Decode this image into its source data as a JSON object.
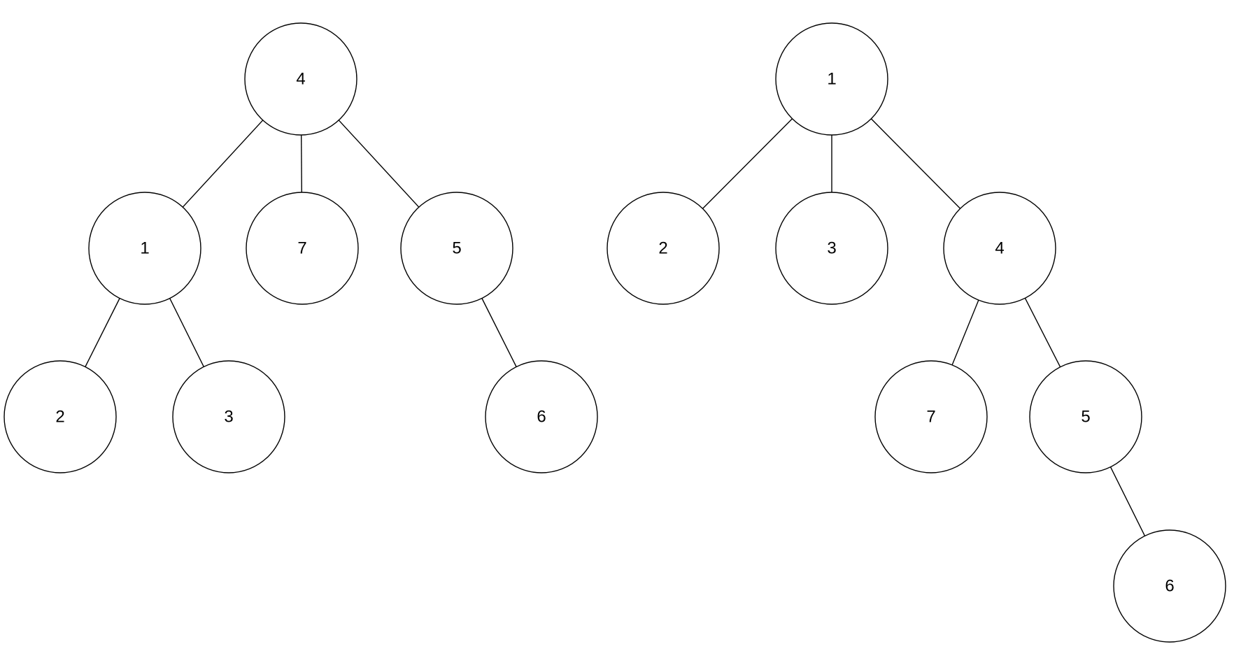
{
  "trees": [
    {
      "id": "left-tree",
      "nodes": [
        {
          "id": "L4",
          "label": "4"
        },
        {
          "id": "L1",
          "label": "1"
        },
        {
          "id": "L7",
          "label": "7"
        },
        {
          "id": "L5",
          "label": "5"
        },
        {
          "id": "L2",
          "label": "2"
        },
        {
          "id": "L3",
          "label": "3"
        },
        {
          "id": "L6",
          "label": "6"
        }
      ],
      "edges": [
        [
          "L4",
          "L1"
        ],
        [
          "L4",
          "L7"
        ],
        [
          "L4",
          "L5"
        ],
        [
          "L1",
          "L2"
        ],
        [
          "L1",
          "L3"
        ],
        [
          "L5",
          "L6"
        ]
      ]
    },
    {
      "id": "right-tree",
      "nodes": [
        {
          "id": "R1",
          "label": "1"
        },
        {
          "id": "R2",
          "label": "2"
        },
        {
          "id": "R3",
          "label": "3"
        },
        {
          "id": "R4",
          "label": "4"
        },
        {
          "id": "R7",
          "label": "7"
        },
        {
          "id": "R5",
          "label": "5"
        },
        {
          "id": "R6",
          "label": "6"
        }
      ],
      "edges": [
        [
          "R1",
          "R2"
        ],
        [
          "R1",
          "R3"
        ],
        [
          "R1",
          "R4"
        ],
        [
          "R4",
          "R7"
        ],
        [
          "R4",
          "R5"
        ],
        [
          "R5",
          "R6"
        ]
      ]
    }
  ]
}
